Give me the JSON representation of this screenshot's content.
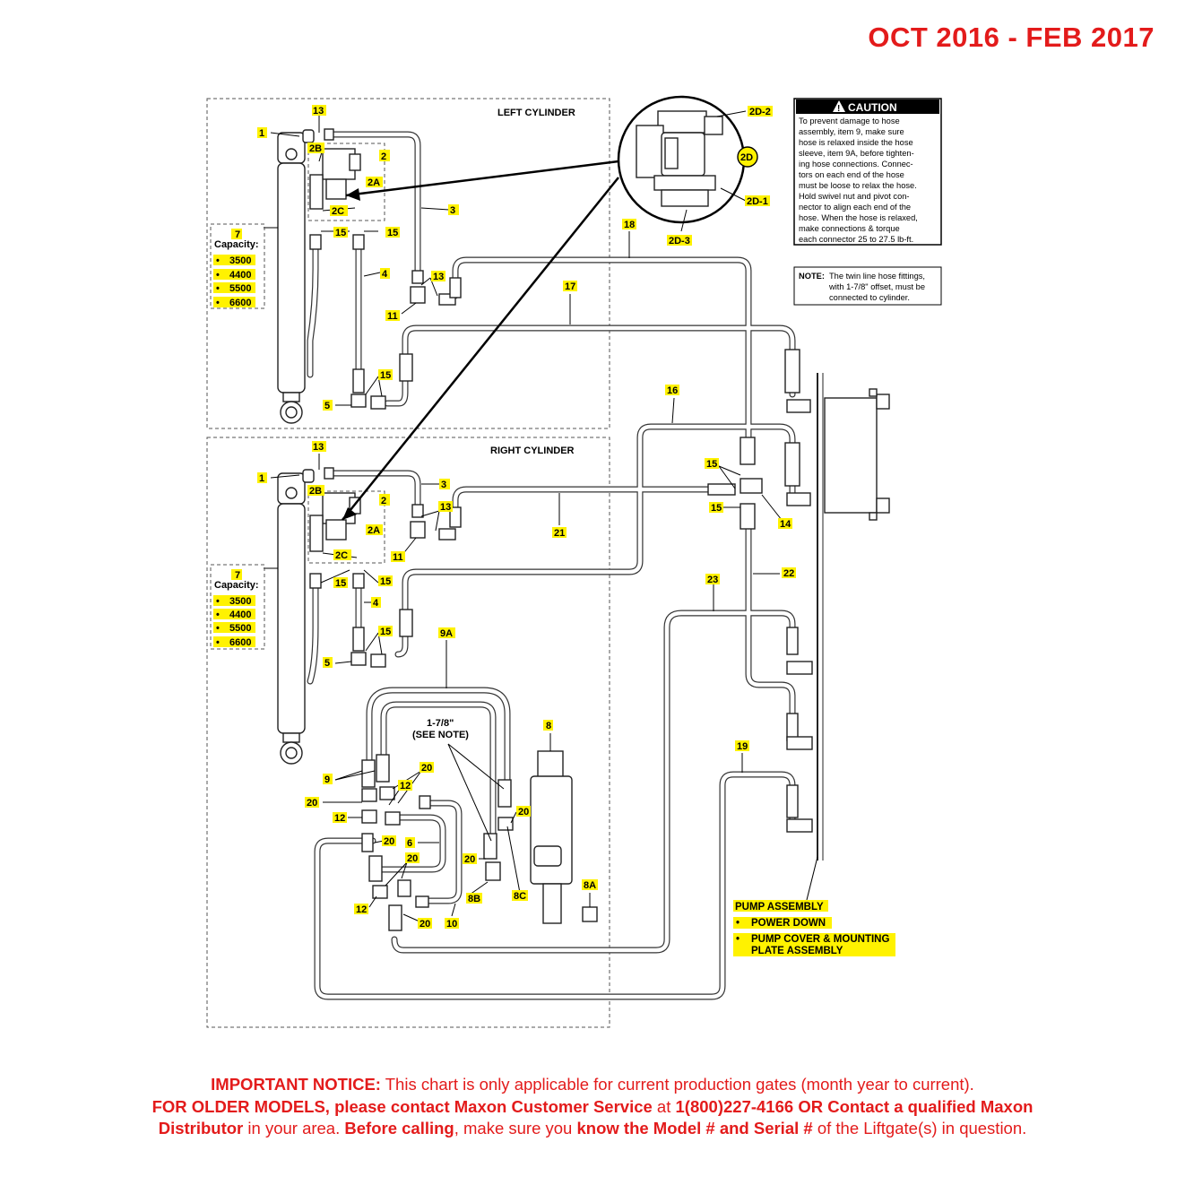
{
  "header": {
    "date_range": "OCT 2016 - FEB 2017"
  },
  "sections": {
    "left": "LEFT CYLINDER",
    "right": "RIGHT CYLINDER"
  },
  "caution": {
    "title": "CAUTION",
    "lines": [
      "To prevent damage to hose",
      "assembly, item 9, make sure",
      "hose is relaxed inside the hose",
      "sleeve, item 9A, before tighten-",
      "ing hose connections. Connec-",
      "tors on each end of the hose",
      "must be loose to relax the hose.",
      "Hold swivel nut and pivot con-",
      "nector to align each end of the",
      "hose. When the hose is relaxed,",
      "make connections & torque",
      "each connector 25 to 27.5 lb-ft."
    ]
  },
  "note": {
    "label": "NOTE:",
    "lines": [
      "The twin line hose fittings,",
      "with 1-7/8\" offset, must be",
      "connected to cylinder."
    ]
  },
  "detail": {
    "callout": "2D",
    "parts": [
      "2D-2",
      "2D-1",
      "2D-3"
    ]
  },
  "capacity": {
    "item": "7",
    "label": "Capacity:",
    "values": [
      "3500",
      "4400",
      "5500",
      "6600"
    ]
  },
  "callouts": {
    "c1": "1",
    "c13": "13",
    "c2B": "2B",
    "c2": "2",
    "c2A": "2A",
    "c2C": "2C",
    "c3": "3",
    "c15": "15",
    "c4": "4",
    "c11": "11",
    "c5": "5",
    "c17": "17",
    "c18": "18",
    "c16": "16",
    "c21": "21",
    "c14": "14",
    "c22": "22",
    "c23": "23",
    "c19": "19",
    "c9A": "9A",
    "c9": "9",
    "c20": "20",
    "c12": "12",
    "c6": "6",
    "c10": "10",
    "c8": "8",
    "c8A": "8A",
    "c8B": "8B",
    "c8C": "8C",
    "offset": "1-7/8\"",
    "see_note": "(SEE NOTE)"
  },
  "pump": {
    "title": "PUMP ASSEMBLY",
    "items": [
      "POWER DOWN",
      "PUMP COVER & MOUNTING",
      "PLATE ASSEMBLY"
    ]
  },
  "notice": {
    "line1_bold": "IMPORTANT NOTICE:",
    "line1": " This chart is only applicable for current production gates (month year to current).",
    "line2_bold1": "FOR OLDER MODELS, please contact Maxon Customer Service",
    "line2_mid": " at ",
    "line2_bold2": "1(800)227-4166 OR Contact a qualified Maxon",
    "line3_bold1": "Distributor",
    "line3_a": " in your area. ",
    "line3_bold2": "Before calling",
    "line3_b": ", make sure you ",
    "line3_bold3": "know the Model # and Serial #",
    "line3_c": " of the Liftgate(s) in question."
  },
  "colors": {
    "accent": "#e31b1b",
    "highlight": "#fff200",
    "ink": "#000000"
  }
}
